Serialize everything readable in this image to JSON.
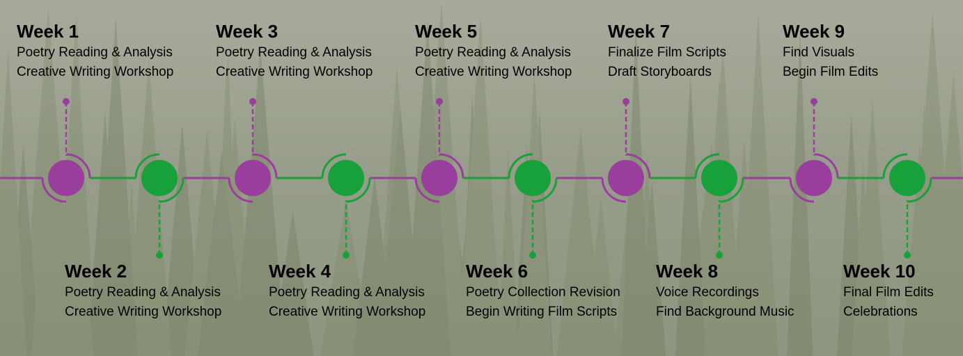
{
  "colors": {
    "odd": "#993e9c",
    "even": "#18a03a",
    "background": "#9aa090"
  },
  "weeks": [
    {
      "title": "Week 1",
      "lines": [
        "Poetry Reading & Analysis",
        "Creative Writing Workshop"
      ]
    },
    {
      "title": "Week 2",
      "lines": [
        "Poetry Reading & Analysis",
        "Creative Writing Workshop"
      ]
    },
    {
      "title": "Week 3",
      "lines": [
        "Poetry Reading & Analysis",
        "Creative Writing Workshop"
      ]
    },
    {
      "title": "Week 4",
      "lines": [
        "Poetry Reading & Analysis",
        "Creative Writing Workshop"
      ]
    },
    {
      "title": "Week 5",
      "lines": [
        "Poetry Reading & Analysis",
        "Creative Writing Workshop"
      ]
    },
    {
      "title": "Week 6",
      "lines": [
        "Poetry Collection Revision",
        "Begin Writing Film Scripts"
      ]
    },
    {
      "title": "Week 7",
      "lines": [
        "Finalize Film Scripts",
        "Draft Storyboards"
      ]
    },
    {
      "title": "Week 8",
      "lines": [
        "Voice Recordings",
        "Find Background Music"
      ]
    },
    {
      "title": "Week 9",
      "lines": [
        "Find Visuals",
        "Begin Film Edits"
      ]
    },
    {
      "title": "Week 10",
      "lines": [
        "Final Film Edits",
        "Celebrations"
      ]
    }
  ]
}
